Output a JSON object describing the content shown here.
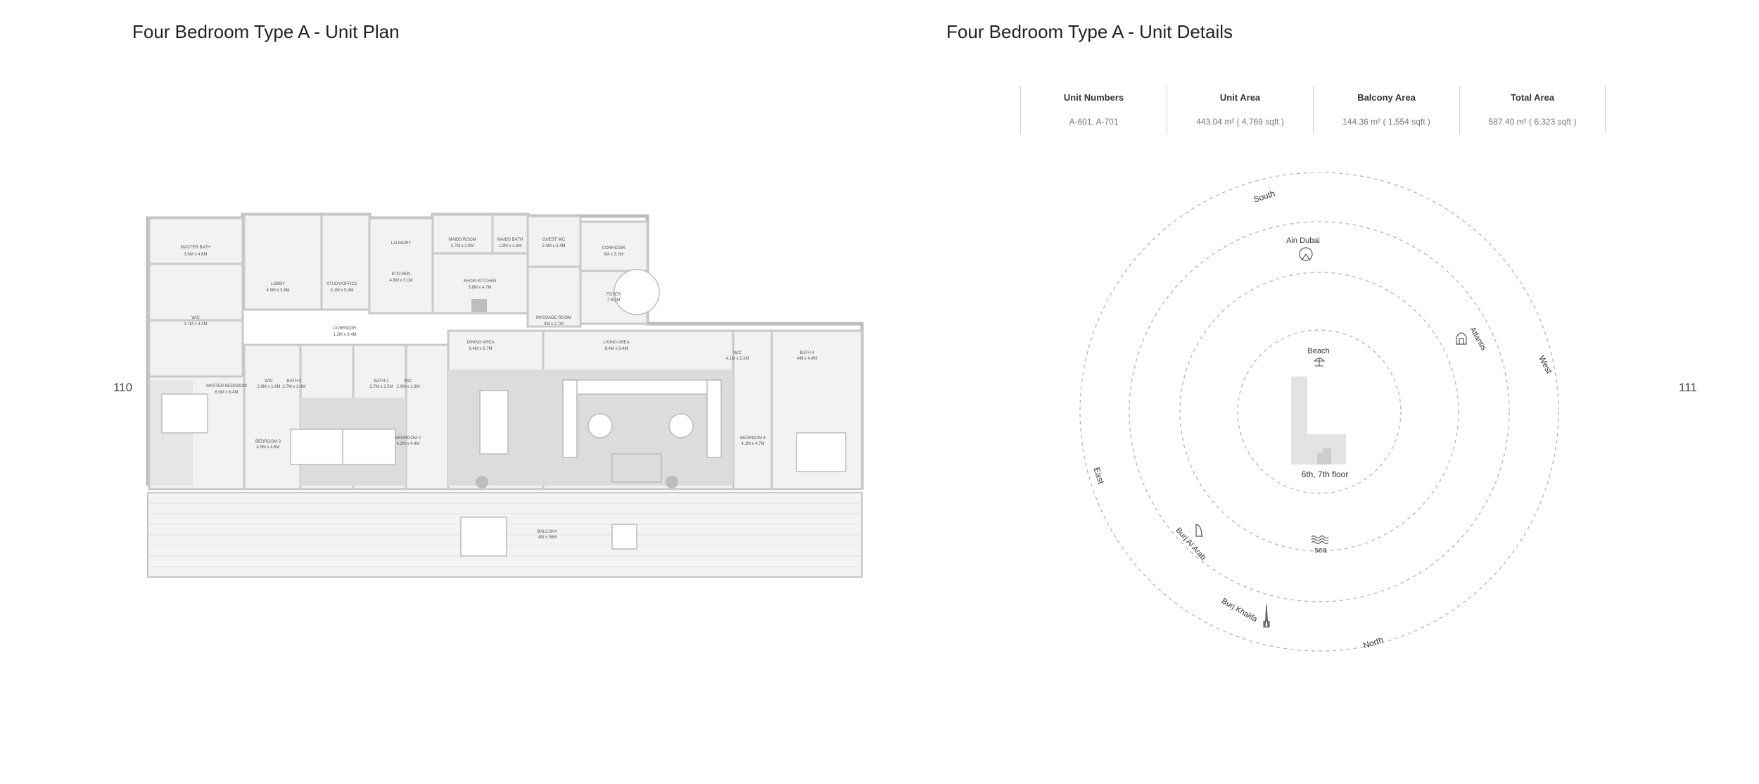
{
  "left_page": {
    "title": "Four Bedroom Type A - Unit Plan",
    "page_number": "110"
  },
  "right_page": {
    "title": "Four Bedroom Type A - Unit Details",
    "page_number": "111"
  },
  "unit_details": [
    {
      "label": "Unit Numbers",
      "value": "A-601, A-701"
    },
    {
      "label": "Unit Area",
      "value": "443.04 m² ( 4,769 sqft )"
    },
    {
      "label": "Balcony Area",
      "value": "144.36 m² ( 1,554 sqft )"
    },
    {
      "label": "Total Area",
      "value": "587.40 m² ( 6,323 sqft )"
    }
  ],
  "rooms": [
    {
      "name": "MASTER BATH",
      "size": "3.6M x 4.8M"
    },
    {
      "name": "LOBBY",
      "size": "4.9M x 3.8M"
    },
    {
      "name": "STUDY/OFFICE",
      "size": "3.1M x 5.3M"
    },
    {
      "name": "LAUNDRY",
      "size": ""
    },
    {
      "name": "KITCHEN",
      "size": "4.8M x 3.1M"
    },
    {
      "name": "MAIDS ROOM",
      "size": "2.7M x 2.9M"
    },
    {
      "name": "MAIDS BATH",
      "size": "1.9M x 1.6M"
    },
    {
      "name": "GUEST WC",
      "size": "2.3M x 3.4M"
    },
    {
      "name": "CORRIDOR",
      "size": "3M x 3.2M"
    },
    {
      "name": "SHOW KITCHEN",
      "size": "3.8M x 4.7M"
    },
    {
      "name": "FOYER",
      "size": "7 SQM"
    },
    {
      "name": "MASSAGE ROOM",
      "size": "3M x 2.7M"
    },
    {
      "name": "W/C",
      "size": "3.7M x 4.4M"
    },
    {
      "name": "CORRIDOR",
      "size": "1.2M x 9.4M"
    },
    {
      "name": "DINING AREA",
      "size": "6.4M x 6.7M"
    },
    {
      "name": "LIVING AREA",
      "size": "8.4M x 9.4M"
    },
    {
      "name": "W/C",
      "size": "4.1M x 2.3M"
    },
    {
      "name": "BATH 4",
      "size": "4M x 4.4M"
    },
    {
      "name": "MASTER BEDROOM",
      "size": "6.9M x 6.4M"
    },
    {
      "name": "W/C",
      "size": "2.9M x 1.6M"
    },
    {
      "name": "BATH 3",
      "size": "2.7M x 2.4M"
    },
    {
      "name": "BATH 2",
      "size": "2.7M x 2.5M"
    },
    {
      "name": "W/C",
      "size": "2.9M x 1.8M"
    },
    {
      "name": "BEDROOM 3",
      "size": "4.5M x 4.6M"
    },
    {
      "name": "BEDROOM 2",
      "size": "4.2M x 4.4M"
    },
    {
      "name": "BEDROOM 4",
      "size": "4.1M x 4.7M"
    },
    {
      "name": "BALCONY",
      "size": "4M x 36M"
    }
  ],
  "orientation": {
    "floor_label": "6th, 7th floor",
    "directions": {
      "south": "South",
      "west": "West",
      "north": "North",
      "east": "East"
    },
    "landmarks": {
      "ain_dubai": "Ain Dubai",
      "atlantis": "Atlantis",
      "beach": "Beach",
      "sea": "sea",
      "burj_al_arab": "Burj Al Arab",
      "burj_khalifa": "Burj Khalifa"
    }
  }
}
